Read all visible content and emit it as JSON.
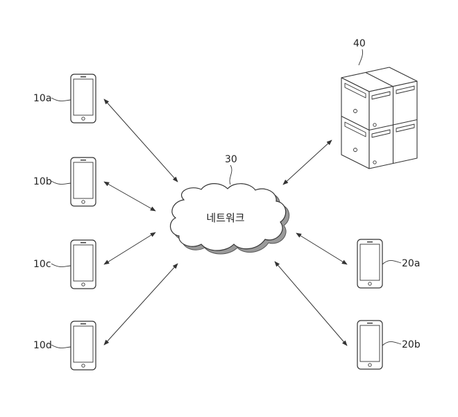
{
  "diagram": {
    "network": {
      "ref": "30",
      "label": "네트워크"
    },
    "server": {
      "ref": "40"
    },
    "devices": {
      "d10a": {
        "ref": "10a"
      },
      "d10b": {
        "ref": "10b"
      },
      "d10c": {
        "ref": "10c"
      },
      "d10d": {
        "ref": "10d"
      },
      "d20a": {
        "ref": "20a"
      },
      "d20b": {
        "ref": "20b"
      }
    }
  },
  "colors": {
    "line": "#333333",
    "shadow": "#9a9a9a",
    "fill": "#ffffff"
  }
}
